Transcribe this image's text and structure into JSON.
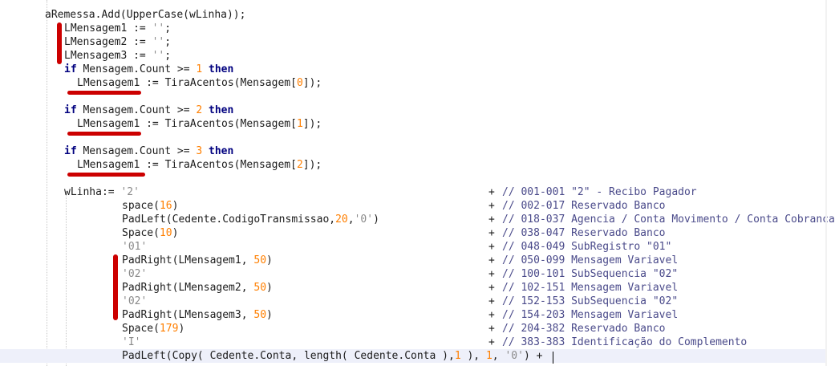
{
  "editor": {
    "lines": [
      {
        "indent": 56,
        "tokens": [
          {
            "t": "aRemessa.Add(UpperCase(wLinha));",
            "c": "default"
          }
        ]
      },
      {
        "indent": 80,
        "tokens": [
          {
            "t": "LMensagem1 := ",
            "c": "default"
          },
          {
            "t": "''",
            "c": "str"
          },
          {
            "t": ";",
            "c": "default"
          }
        ]
      },
      {
        "indent": 80,
        "tokens": [
          {
            "t": "LMensagem2 := ",
            "c": "default"
          },
          {
            "t": "''",
            "c": "str"
          },
          {
            "t": ";",
            "c": "default"
          }
        ]
      },
      {
        "indent": 80,
        "tokens": [
          {
            "t": "LMensagem3 := ",
            "c": "default"
          },
          {
            "t": "''",
            "c": "str"
          },
          {
            "t": ";",
            "c": "default"
          }
        ]
      },
      {
        "indent": 80,
        "tokens": [
          {
            "t": "if",
            "c": "kw"
          },
          {
            "t": " Mensagem.Count >= ",
            "c": "default"
          },
          {
            "t": "1",
            "c": "num"
          },
          {
            "t": " ",
            "c": "default"
          },
          {
            "t": "then",
            "c": "kw"
          }
        ]
      },
      {
        "indent": 96,
        "tokens": [
          {
            "t": "LMensagem1 := TiraAcentos(Mensagem[",
            "c": "default"
          },
          {
            "t": "0",
            "c": "num"
          },
          {
            "t": "]);",
            "c": "default"
          }
        ]
      },
      {
        "indent": 80,
        "tokens": []
      },
      {
        "indent": 80,
        "tokens": [
          {
            "t": "if",
            "c": "kw"
          },
          {
            "t": " Mensagem.Count >= ",
            "c": "default"
          },
          {
            "t": "2",
            "c": "num"
          },
          {
            "t": " ",
            "c": "default"
          },
          {
            "t": "then",
            "c": "kw"
          }
        ]
      },
      {
        "indent": 96,
        "tokens": [
          {
            "t": "LMensagem1 := TiraAcentos(Mensagem[",
            "c": "default"
          },
          {
            "t": "1",
            "c": "num"
          },
          {
            "t": "]);",
            "c": "default"
          }
        ]
      },
      {
        "indent": 80,
        "tokens": []
      },
      {
        "indent": 80,
        "tokens": [
          {
            "t": "if",
            "c": "kw"
          },
          {
            "t": " Mensagem.Count >= ",
            "c": "default"
          },
          {
            "t": "3",
            "c": "num"
          },
          {
            "t": " ",
            "c": "default"
          },
          {
            "t": "then",
            "c": "kw"
          }
        ]
      },
      {
        "indent": 96,
        "tokens": [
          {
            "t": "LMensagem1 := TiraAcentos(Mensagem[",
            "c": "default"
          },
          {
            "t": "2",
            "c": "num"
          },
          {
            "t": "]);",
            "c": "default"
          }
        ]
      },
      {
        "indent": 80,
        "tokens": []
      },
      {
        "indent": 80,
        "tokens": [
          {
            "t": "wLinha:= ",
            "c": "default"
          },
          {
            "t": "'2'",
            "c": "str"
          }
        ],
        "plus": true,
        "comment": "// 001-001 \"2\" - Recibo Pagador"
      },
      {
        "indent": 152,
        "tokens": [
          {
            "t": "space(",
            "c": "default"
          },
          {
            "t": "16",
            "c": "num"
          },
          {
            "t": ")",
            "c": "default"
          }
        ],
        "plus": true,
        "comment": "// 002-017 Reservado Banco"
      },
      {
        "indent": 152,
        "tokens": [
          {
            "t": "PadLeft(Cedente.CodigoTransmissao,",
            "c": "default"
          },
          {
            "t": "20",
            "c": "num"
          },
          {
            "t": ",",
            "c": "default"
          },
          {
            "t": "'0'",
            "c": "str"
          },
          {
            "t": ")",
            "c": "default"
          }
        ],
        "plus": true,
        "comment": "// 018-037 Agencia / Conta Movimento / Conta Cobranca"
      },
      {
        "indent": 152,
        "tokens": [
          {
            "t": "Space(",
            "c": "default"
          },
          {
            "t": "10",
            "c": "num"
          },
          {
            "t": ")",
            "c": "default"
          }
        ],
        "plus": true,
        "comment": "// 038-047 Reservado Banco"
      },
      {
        "indent": 152,
        "tokens": [
          {
            "t": "'01'",
            "c": "str"
          }
        ],
        "plus": true,
        "comment": "// 048-049 SubRegistro \"01\""
      },
      {
        "indent": 152,
        "tokens": [
          {
            "t": "PadRight(LMensagem1, ",
            "c": "default"
          },
          {
            "t": "50",
            "c": "num"
          },
          {
            "t": ")",
            "c": "default"
          }
        ],
        "plus": true,
        "comment": "// 050-099 Mensagem Variavel"
      },
      {
        "indent": 152,
        "tokens": [
          {
            "t": "'02'",
            "c": "str"
          }
        ],
        "plus": true,
        "comment": "// 100-101 SubSequencia \"02\""
      },
      {
        "indent": 152,
        "tokens": [
          {
            "t": "PadRight(LMensagem2, ",
            "c": "default"
          },
          {
            "t": "50",
            "c": "num"
          },
          {
            "t": ")",
            "c": "default"
          }
        ],
        "plus": true,
        "comment": "// 102-151 Mensagem Variavel"
      },
      {
        "indent": 152,
        "tokens": [
          {
            "t": "'02'",
            "c": "str"
          }
        ],
        "plus": true,
        "comment": "// 152-153 SubSequencia \"02\""
      },
      {
        "indent": 152,
        "tokens": [
          {
            "t": "PadRight(LMensagem3, ",
            "c": "default"
          },
          {
            "t": "50",
            "c": "num"
          },
          {
            "t": ")",
            "c": "default"
          }
        ],
        "plus": true,
        "comment": "// 154-203 Mensagem Variavel"
      },
      {
        "indent": 152,
        "tokens": [
          {
            "t": "Space(",
            "c": "default"
          },
          {
            "t": "179",
            "c": "num"
          },
          {
            "t": ")",
            "c": "default"
          }
        ],
        "plus": true,
        "comment": "// 204-382 Reservado Banco"
      },
      {
        "indent": 152,
        "tokens": [
          {
            "t": "'I'",
            "c": "str"
          }
        ],
        "plus": true,
        "comment": "// 383-383 Identificação do Complemento"
      },
      {
        "indent": 152,
        "current": true,
        "tokens": [
          {
            "t": "PadLeft(Copy( Cedente.Conta, length( Cedente.Conta ),",
            "c": "default"
          },
          {
            "t": "1",
            "c": "num"
          },
          {
            "t": " ), ",
            "c": "default"
          },
          {
            "t": "1",
            "c": "num"
          },
          {
            "t": ", ",
            "c": "default"
          },
          {
            "t": "'0'",
            "c": "str"
          },
          {
            "t": ") +",
            "c": "default"
          }
        ]
      }
    ],
    "plus_symbol": "+",
    "colors": {
      "background": "#ffffff",
      "keyword": "#00007f",
      "number": "#ff7f00",
      "string": "#8a8a8a",
      "comment": "#4a4a8a",
      "annotation_marker": "#cc0000",
      "current_line": "#eef0fa"
    }
  }
}
